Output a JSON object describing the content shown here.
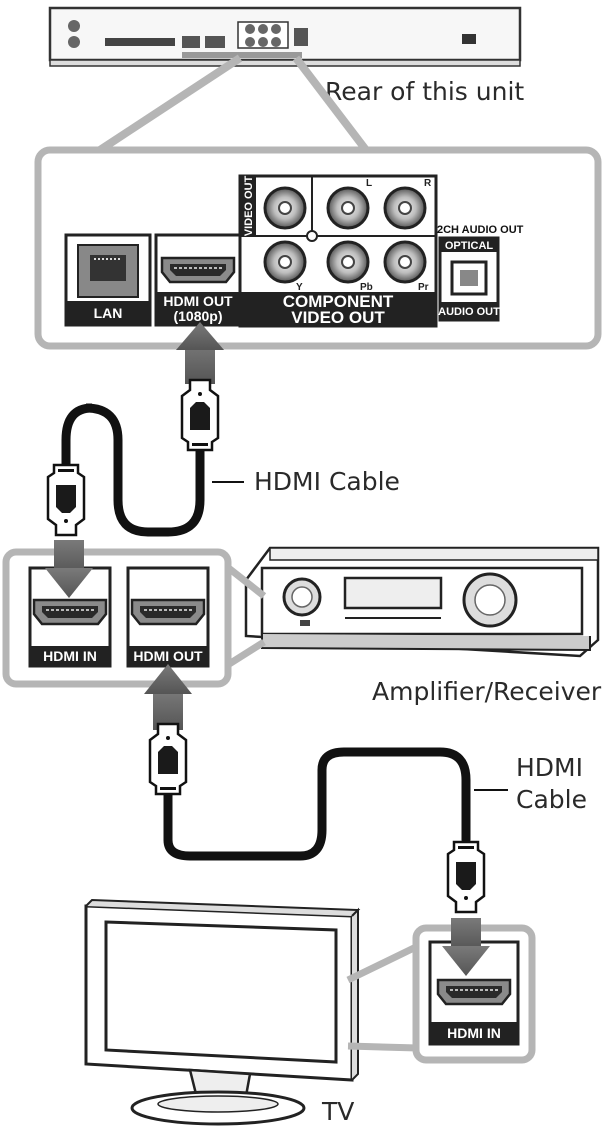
{
  "labels": {
    "rear_unit": "Rear of this unit",
    "hdmi_cable_1": "HDMI Cable",
    "amplifier": "Amplifier/Receiver",
    "hdmi_cable_2_line1": "HDMI",
    "hdmi_cable_2_line2": "Cable",
    "tv": "TV"
  },
  "rear_panel": {
    "lan": "LAN",
    "hdmi_out_line1": "HDMI OUT",
    "hdmi_out_line2": "(1080p)",
    "video_out": "VIDEO OUT",
    "jack_l": "L",
    "jack_r": "R",
    "jack_y": "Y",
    "jack_pb": "Pb",
    "jack_pr": "Pr",
    "component_line1": "COMPONENT",
    "component_line2": "VIDEO OUT",
    "audio_2ch": "2CH AUDIO OUT",
    "optical": "OPTICAL",
    "audio_out": "AUDIO OUT"
  },
  "amp_panel": {
    "hdmi_in": "HDMI IN",
    "hdmi_out": "HDMI OUT"
  },
  "tv_panel": {
    "hdmi_in": "HDMI IN"
  }
}
